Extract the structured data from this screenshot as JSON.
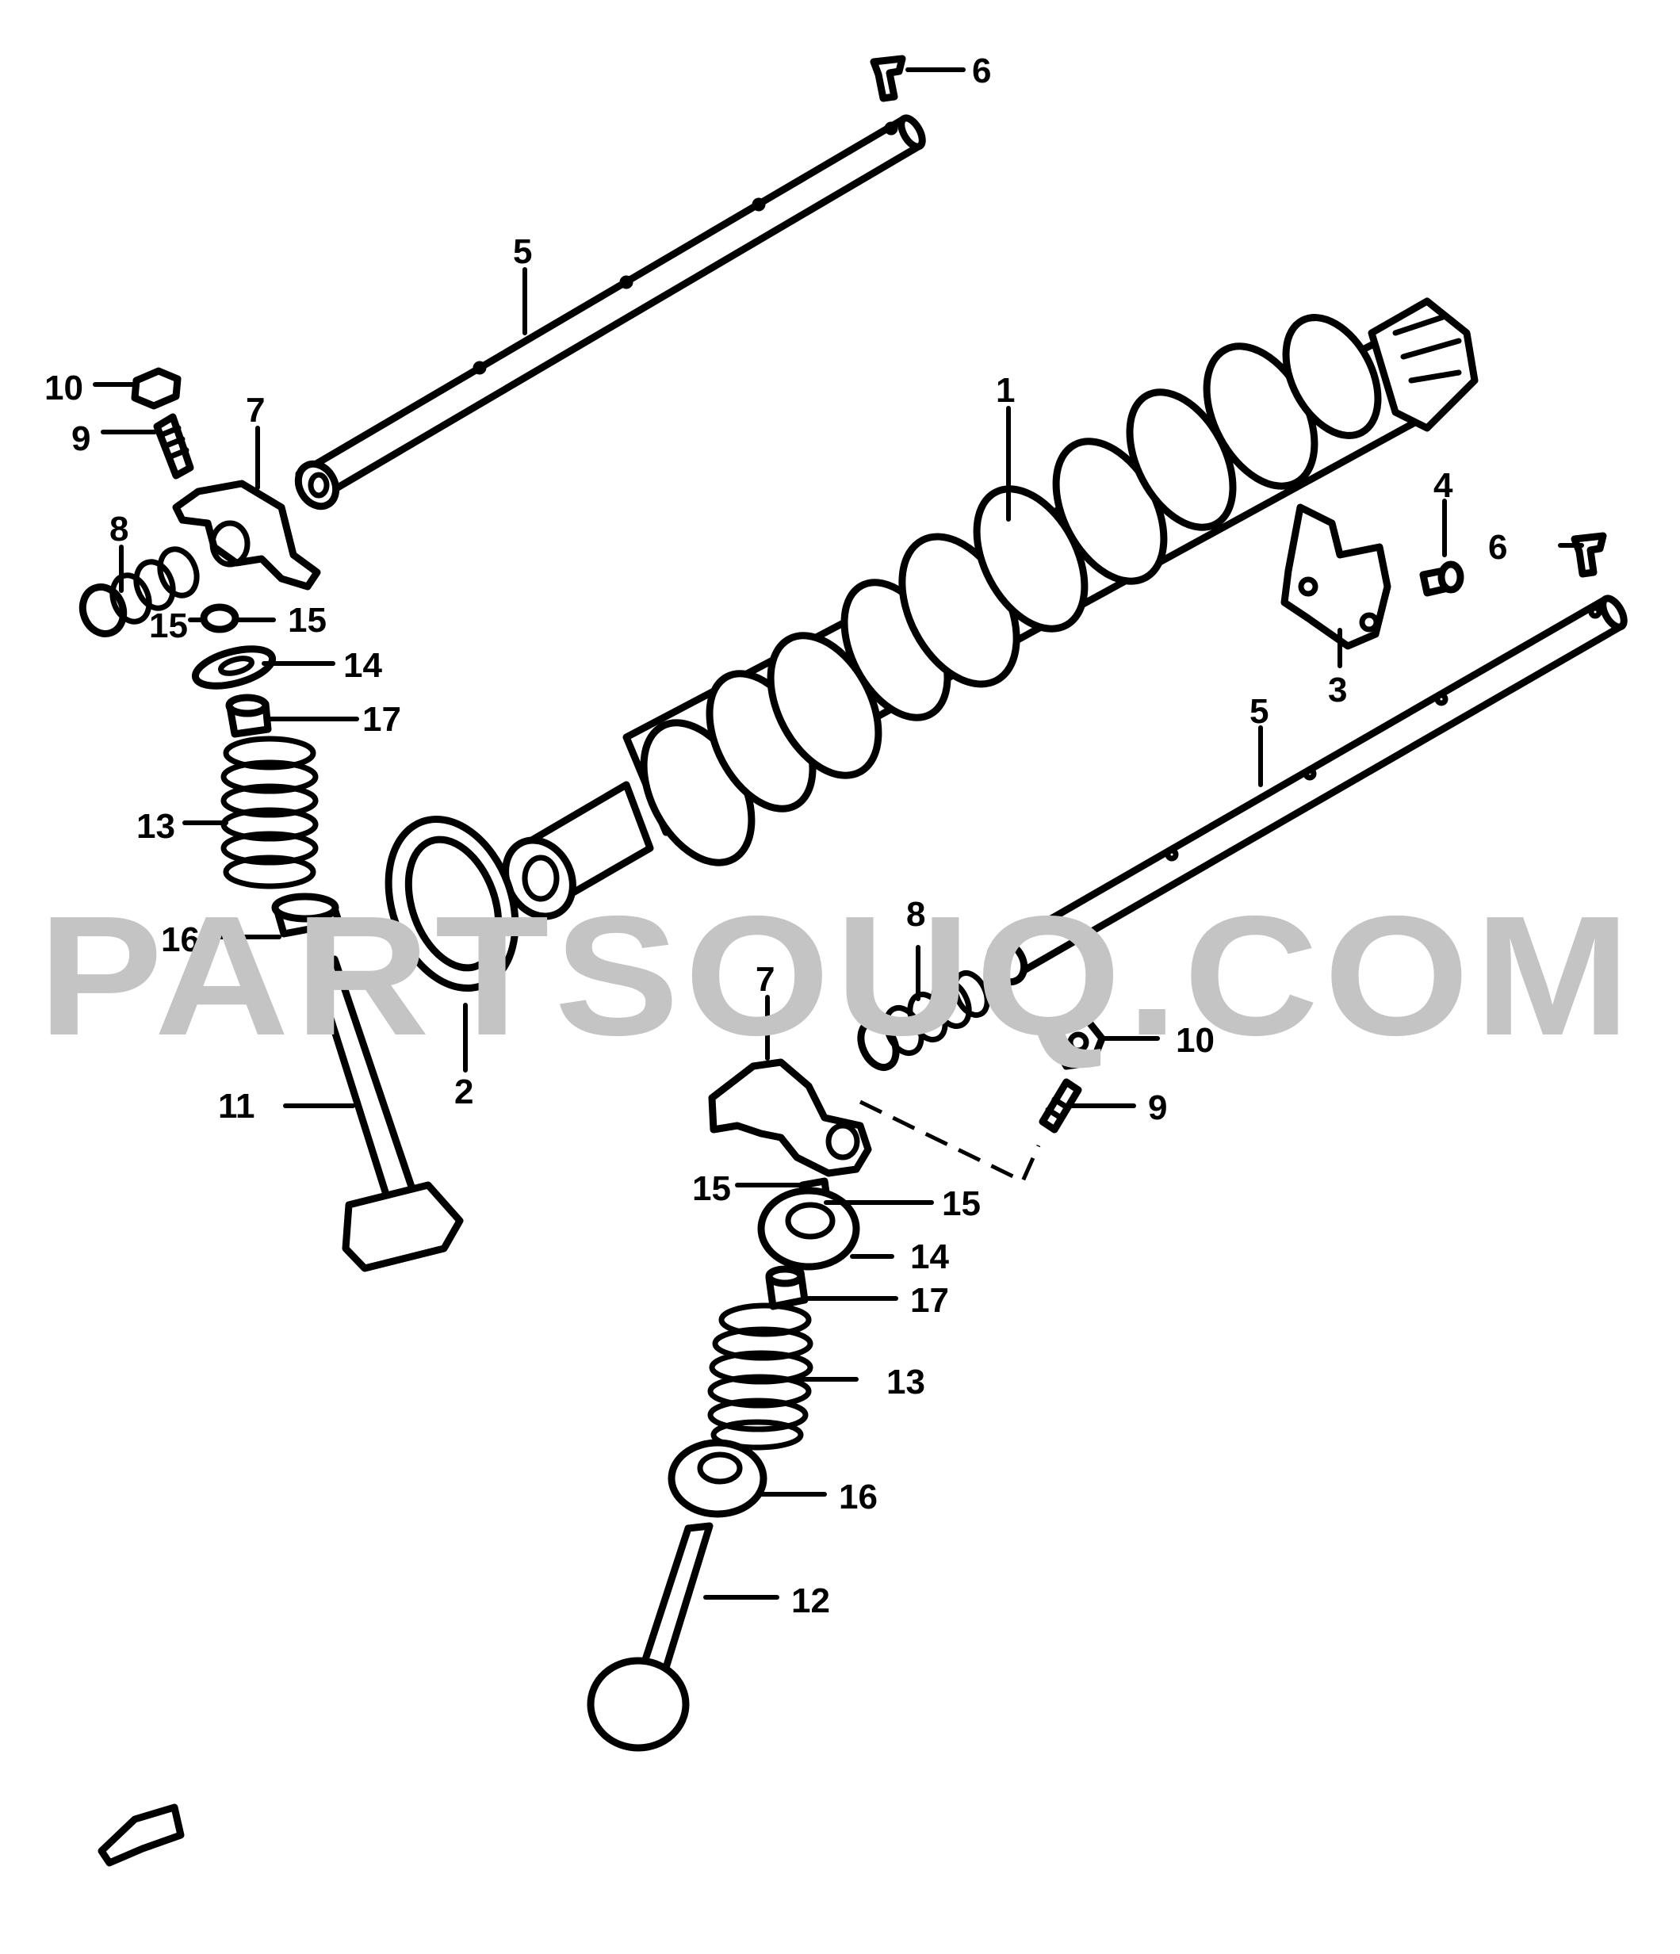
{
  "watermark": "PARTSOUQ.COM",
  "callouts": [
    {
      "id": "c1",
      "text": "1"
    },
    {
      "id": "c2",
      "text": "2"
    },
    {
      "id": "c3",
      "text": "3"
    },
    {
      "id": "c4",
      "text": "4"
    },
    {
      "id": "c5a",
      "text": "5"
    },
    {
      "id": "c5b",
      "text": "5"
    },
    {
      "id": "c6a",
      "text": "6"
    },
    {
      "id": "c6b",
      "text": "6"
    },
    {
      "id": "c7a",
      "text": "7"
    },
    {
      "id": "c7b",
      "text": "7"
    },
    {
      "id": "c8a",
      "text": "8"
    },
    {
      "id": "c8b",
      "text": "8"
    },
    {
      "id": "c9a",
      "text": "9"
    },
    {
      "id": "c9b",
      "text": "9"
    },
    {
      "id": "c10a",
      "text": "10"
    },
    {
      "id": "c10b",
      "text": "10"
    },
    {
      "id": "c11",
      "text": "11"
    },
    {
      "id": "c12",
      "text": "12"
    },
    {
      "id": "c13a",
      "text": "13"
    },
    {
      "id": "c13b",
      "text": "13"
    },
    {
      "id": "c14a",
      "text": "14"
    },
    {
      "id": "c14b",
      "text": "14"
    },
    {
      "id": "c15a",
      "text": "15"
    },
    {
      "id": "c15b",
      "text": "15"
    },
    {
      "id": "c15c",
      "text": "15"
    },
    {
      "id": "c15d",
      "text": "15"
    },
    {
      "id": "c16a",
      "text": "16"
    },
    {
      "id": "c16b",
      "text": "16"
    },
    {
      "id": "c17a",
      "text": "17"
    },
    {
      "id": "c17b",
      "text": "17"
    }
  ]
}
